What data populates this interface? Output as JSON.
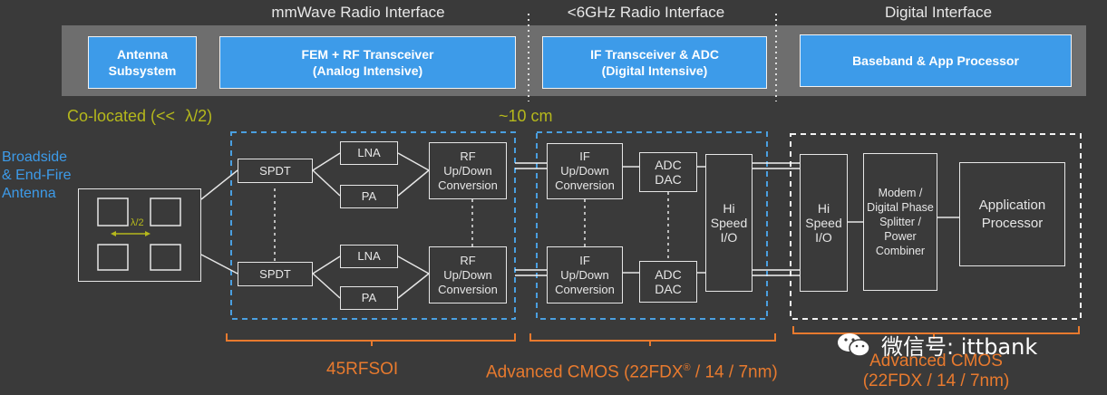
{
  "headers": {
    "mmwave": "mmWave Radio Interface",
    "sub6": "<6GHz Radio Interface",
    "digital": "Digital Interface"
  },
  "top_blocks": {
    "antenna_subsystem": "Antenna\nSubsystem",
    "fem": "FEM + RF Transceiver\n(Analog Intensive)",
    "if_adc": "IF Transceiver & ADC\n(Digital Intensive)",
    "baseband": "Baseband & App Processor"
  },
  "co_located": "Co-located (<< ",
  "lambda_half": "λ/2)",
  "ten_cm": "~10 cm",
  "antenna_label": "Broadside\n& End-Fire\nAntenna",
  "antenna_lambda": "λ/2",
  "blocks": {
    "spdt": "SPDT",
    "lna": "LNA",
    "pa": "PA",
    "rf_conv": "RF\nUp/Down\nConversion",
    "if_conv": "IF\nUp/Down\nConversion",
    "adc_dac": "ADC\nDAC",
    "hi_speed_io": "Hi\nSpeed\nI/O",
    "modem": "Modem /\nDigital Phase\nSplitter /\nPower\nCombiner",
    "app_proc": "Application\nProcessor"
  },
  "bottom_labels": {
    "rfsoi": "45RFSOI",
    "cmos_main": "Advanced CMOS (22FDX",
    "cmos_reg": "®",
    "cmos_tail": " / 14 / 7nm)",
    "cmos_right_1": "Advanced CMOS",
    "cmos_right_2": "(22FDX / 14 / 7nm)"
  },
  "watermark": "微信号: ittbank",
  "colors": {
    "background": "#3a3a3a",
    "band": "#6e6e6e",
    "accent_blue": "#3d9be9",
    "olive": "#b5b81c",
    "orange": "#e87a2e"
  }
}
